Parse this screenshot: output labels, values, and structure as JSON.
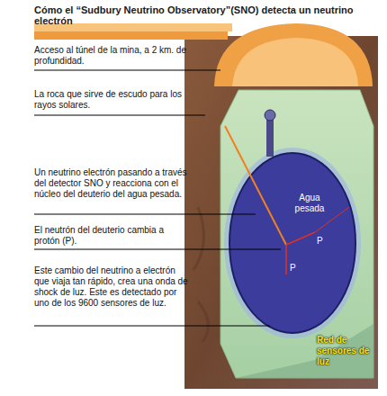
{
  "diagram": {
    "title": "Cómo el “Sudbury Neutrino Observatory”(SNO) detecta un neutrino electrón",
    "nodes": [
      {
        "text": [
          "Agua pesada"
        ]
      }
    ],
    "labels": [
      "Acceso al túnel de la mina, a 2 km. de profundidad.",
      "La roca que sirve de escudo para los rayos solares.",
      "Un neutrino electrón pasando a través del detector SNO y reacciona con el núcleo del deuterio del agua pesada.",
      "El neutrón del deuterio cambia a protón (P).",
      "Este cambio del neutrino a electrón que viaja tan rápido, crea una onda de shock de luz. Este es detectado por uno de los 9600 sensores de luz.",
      "P",
      "P",
      "Red de sensores de luz"
    ]
  }
}
